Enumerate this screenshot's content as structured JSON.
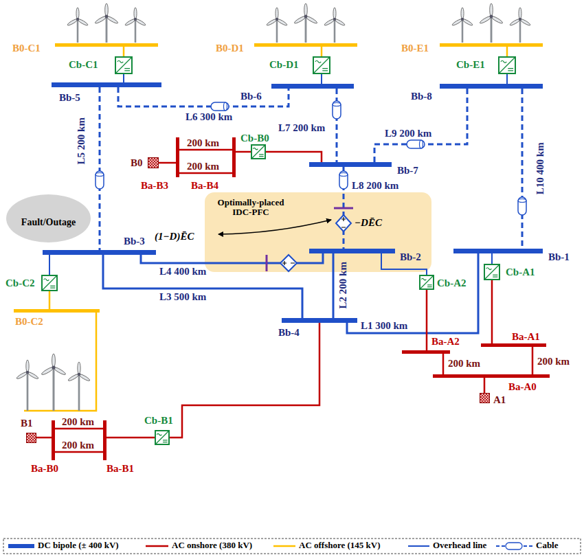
{
  "diagram": {
    "nodes": [
      {
        "text": [
          "B0-C1"
        ]
      },
      {
        "text": [
          "B0-D1"
        ]
      },
      {
        "text": [
          "B0-E1"
        ]
      },
      {
        "text": [
          "Cb-C1"
        ]
      },
      {
        "text": [
          "Cb-D1"
        ]
      },
      {
        "text": [
          "Cb-E1"
        ]
      },
      {
        "text": [
          "Bb-5"
        ]
      },
      {
        "text": [
          "Bb-6"
        ]
      },
      {
        "text": [
          "Bb-8"
        ]
      },
      {
        "text": [
          "B0"
        ]
      },
      {
        "text": [
          "Ba-B3"
        ]
      },
      {
        "text": [
          "Ba-B4"
        ]
      },
      {
        "text": [
          "Cb-B0"
        ]
      },
      {
        "text": [
          "Bb-7"
        ]
      },
      {
        "text": [
          "Optimally-placed IDC-PFC"
        ]
      },
      {
        "text": [
          "Fault/Outage"
        ]
      },
      {
        "text": [
          "Bb-3"
        ]
      },
      {
        "text": [
          "Bb-2"
        ]
      },
      {
        "text": [
          "Bb-1"
        ]
      },
      {
        "text": [
          "Cb-C2"
        ]
      },
      {
        "text": [
          "Cb-A2"
        ]
      },
      {
        "text": [
          "Cb-A1"
        ]
      },
      {
        "text": [
          "B0-C2"
        ]
      },
      {
        "text": [
          "Bb-4"
        ]
      },
      {
        "text": [
          "Ba-A2"
        ]
      },
      {
        "text": [
          "Ba-A1"
        ]
      },
      {
        "text": [
          "Ba-A0"
        ]
      },
      {
        "text": [
          "A1"
        ]
      },
      {
        "text": [
          "B1"
        ]
      },
      {
        "text": [
          "Ba-B0"
        ]
      },
      {
        "text": [
          "Ba-B1"
        ]
      },
      {
        "text": [
          "Cb-B1"
        ]
      }
    ],
    "edges": [
      {
        "from": 0,
        "to": 3,
        "arrow": "none"
      },
      {
        "from": 3,
        "to": 6,
        "arrow": "none"
      },
      {
        "from": 1,
        "to": 4,
        "arrow": "none"
      },
      {
        "from": 4,
        "to": 7,
        "arrow": "none"
      },
      {
        "from": 2,
        "to": 5,
        "arrow": "none"
      },
      {
        "from": 5,
        "to": 8,
        "arrow": "none"
      },
      {
        "from": 6,
        "to": 7,
        "label": "L6 300 km",
        "arrow": "none"
      },
      {
        "from": 6,
        "to": 16,
        "label": "L5 200 km",
        "arrow": "none"
      },
      {
        "from": 7,
        "to": 13,
        "label": "L7 200 km",
        "arrow": "none"
      },
      {
        "from": 8,
        "to": 13,
        "label": "L9 200 km",
        "arrow": "none"
      },
      {
        "from": 8,
        "to": 18,
        "label": "L10 400 km",
        "arrow": "none"
      },
      {
        "from": 9,
        "to": 10,
        "arrow": "none"
      },
      {
        "from": 10,
        "to": 11,
        "label": "200 km",
        "arrow": "none"
      },
      {
        "from": 10,
        "to": 11,
        "label": "200 km",
        "arrow": "none"
      },
      {
        "from": 11,
        "to": 12,
        "arrow": "none"
      },
      {
        "from": 12,
        "to": 13,
        "arrow": "none"
      },
      {
        "from": 13,
        "to": 17,
        "label": "L8 200 km",
        "arrow": "none"
      },
      {
        "from": 16,
        "to": 17,
        "label": "L4 400 km",
        "arrow": "none"
      },
      {
        "from": 16,
        "to": 23,
        "label": "L3 500 km",
        "arrow": "none"
      },
      {
        "from": 17,
        "to": 23,
        "label": "L2 200 km",
        "arrow": "none"
      },
      {
        "from": 23,
        "to": 18,
        "label": "L1 300 km",
        "arrow": "none"
      },
      {
        "from": 16,
        "to": 19,
        "arrow": "none"
      },
      {
        "from": 19,
        "to": 22,
        "arrow": "none"
      },
      {
        "from": 17,
        "to": 20,
        "arrow": "none"
      },
      {
        "from": 20,
        "to": 24,
        "arrow": "none"
      },
      {
        "from": 18,
        "to": 21,
        "arrow": "none"
      },
      {
        "from": 21,
        "to": 25,
        "arrow": "none"
      },
      {
        "from": 24,
        "to": 26,
        "label": "200 km",
        "arrow": "none"
      },
      {
        "from": 25,
        "to": 26,
        "label": "200 km",
        "arrow": "none"
      },
      {
        "from": 26,
        "to": 27,
        "arrow": "none"
      },
      {
        "from": 28,
        "to": 29,
        "arrow": "none"
      },
      {
        "from": 29,
        "to": 30,
        "label": "200 km",
        "arrow": "none"
      },
      {
        "from": 29,
        "to": 30,
        "label": "200 km",
        "arrow": "none"
      },
      {
        "from": 30,
        "to": 31,
        "arrow": "none"
      },
      {
        "from": 31,
        "to": 23,
        "arrow": "none"
      }
    ],
    "labels": [
      "−DĒC",
      "(1−D)ĒC"
    ],
    "legend": [
      {
        "text": "DC bipole (± 400 kV)"
      },
      {
        "text": "AC onshore (380 kV)"
      },
      {
        "text": "AC offshore (145 kV)"
      },
      {
        "text": "Overhead line"
      },
      {
        "text": "Cable"
      }
    ]
  }
}
